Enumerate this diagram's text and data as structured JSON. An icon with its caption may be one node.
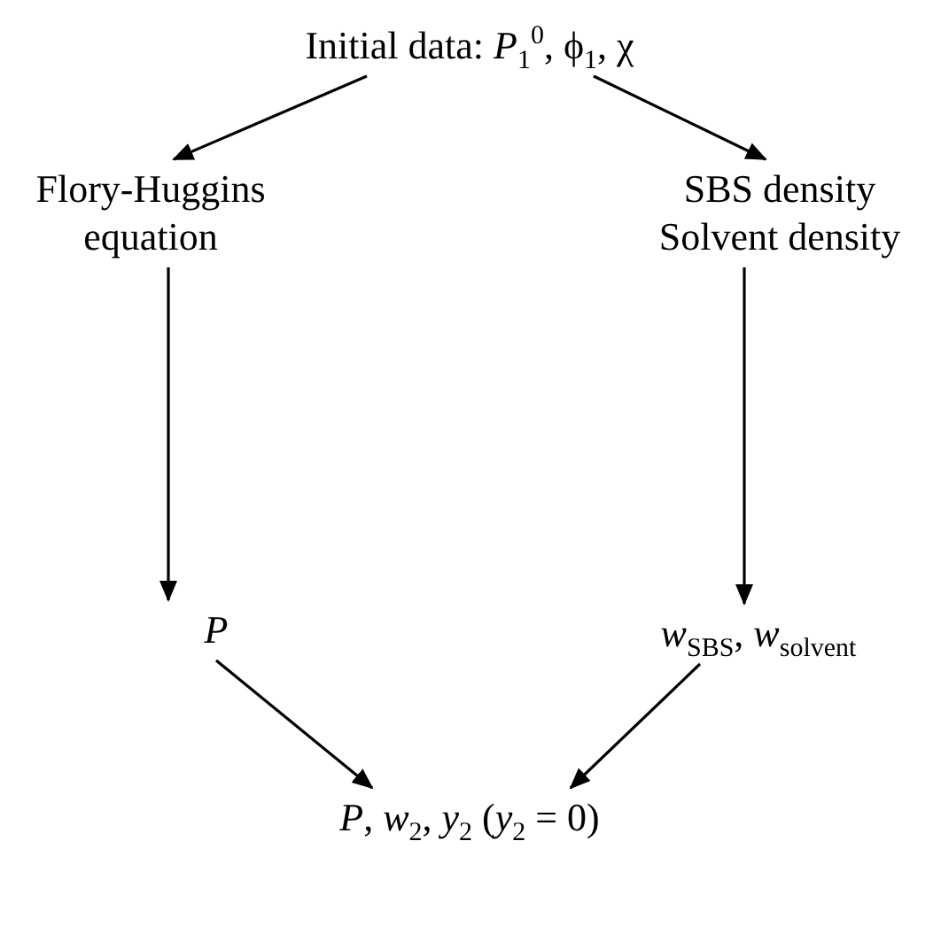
{
  "diagram": {
    "nodes": [
      {
        "text": [
          "Initial data: *P*$_{1}$$^{0}$, ϕ$_{1}$, χ"
        ]
      },
      {
        "text": [
          "Flory-Huggins equation"
        ]
      },
      {
        "text": [
          "SBS density Solvent density"
        ]
      },
      {
        "text": [
          "P"
        ]
      },
      {
        "text": [
          "*w*$_{SBS}$, *w*$_{solvent}$"
        ]
      },
      {
        "text": [
          "*P*, *w*$_{2}$, *y*$_{2}$ (*y*$_{2}$ = 0)"
        ]
      }
    ],
    "edges": [
      {
        "from": 0,
        "to": 1,
        "arrow": "to"
      },
      {
        "from": 0,
        "to": 2,
        "arrow": "to"
      },
      {
        "from": 1,
        "to": 3,
        "arrow": "to"
      },
      {
        "from": 2,
        "to": 4,
        "arrow": "to"
      },
      {
        "from": 3,
        "to": 5,
        "arrow": "to"
      },
      {
        "from": 4,
        "to": 5,
        "arrow": "to"
      }
    ]
  }
}
